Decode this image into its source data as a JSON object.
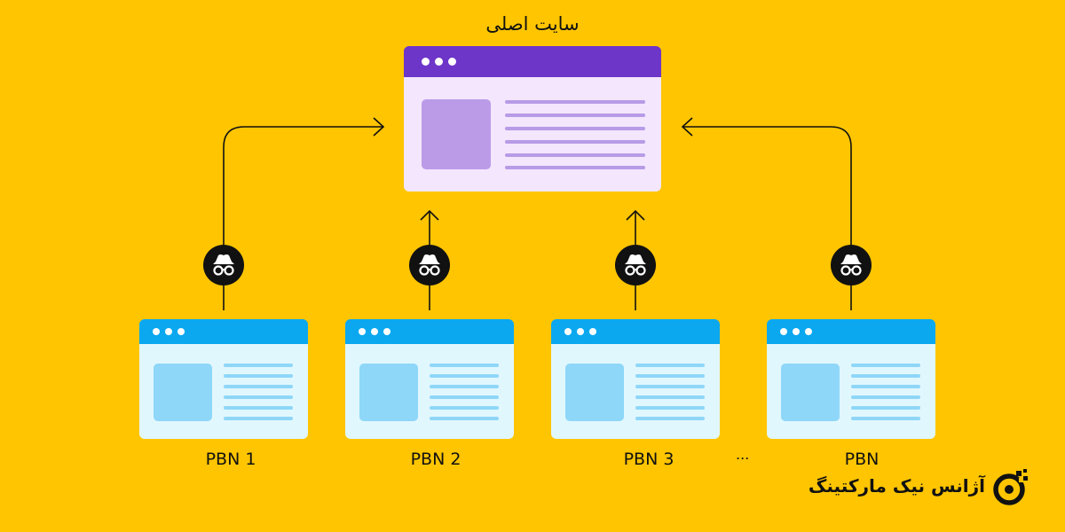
{
  "main_site": {
    "title": "سایت اصلی",
    "header_color": "#6E35C9",
    "body_color": "#F3E6FD",
    "thumb_color": "#BB9BE8",
    "line_color": "#B79BE6"
  },
  "pbn_sites": [
    {
      "label": "PBN 1"
    },
    {
      "label": "PBN 2"
    },
    {
      "label": "PBN 3"
    },
    {
      "label": "PBN"
    }
  ],
  "pbn_style": {
    "header_color": "#0BA8F0",
    "body_color": "#E1F7FE",
    "thumb_color": "#8ED7F8",
    "line_color": "#8ED7F8"
  },
  "ellipsis": "...",
  "spy_icon": "incognito-spy-icon",
  "brand": {
    "name": "آژانس نیک مارکتینگ",
    "logo_icon": "nik-marketing-logo-icon"
  },
  "colors": {
    "background": "#FFC500",
    "connector": "#111111"
  }
}
